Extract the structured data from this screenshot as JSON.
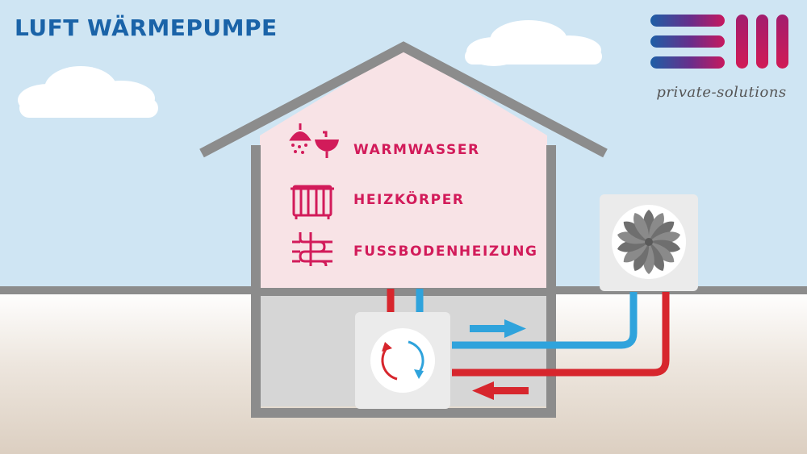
{
  "title": "LUFT WÄRMEPUMPE",
  "logo": {
    "tagline": "private-solutions"
  },
  "rooms": {
    "items": [
      {
        "label": "WARMWASSER",
        "icon": "shower-sink-icon"
      },
      {
        "label": "HEIZKÖRPER",
        "icon": "radiator-icon"
      },
      {
        "label": "FUSSBODENHEIZUNG",
        "icon": "underfloor-heating-icon"
      }
    ]
  },
  "colors": {
    "sky": "#cfe5f3",
    "ground": "#e3d8cc",
    "house_wall": "#8c8c8c",
    "house_interior": "#f8e3e6",
    "basement": "#d6d6d6",
    "accent_red": "#d21b5a",
    "pipe_red": "#d7262d",
    "pipe_blue": "#2fa3dc",
    "title_blue": "#1a63a8",
    "logo_blue": "#1d5fa6",
    "logo_magenta": "#c7185e"
  }
}
